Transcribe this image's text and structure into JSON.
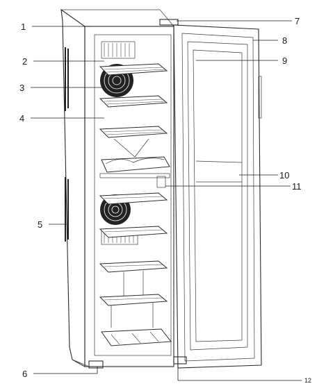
{
  "figure": {
    "subject": "wine cooler with open glass door, callout diagram",
    "colors": {
      "line": "#2a2a2a",
      "background": "#ffffff"
    }
  },
  "callouts": [
    {
      "id": "1",
      "label": "1"
    },
    {
      "id": "2",
      "label": "2"
    },
    {
      "id": "3",
      "label": "3"
    },
    {
      "id": "4",
      "label": "4"
    },
    {
      "id": "5",
      "label": "5"
    },
    {
      "id": "6",
      "label": "6"
    },
    {
      "id": "7",
      "label": "7"
    },
    {
      "id": "8",
      "label": "8"
    },
    {
      "id": "9",
      "label": "9"
    },
    {
      "id": "10",
      "label": "10"
    },
    {
      "id": "11",
      "label": "11"
    },
    {
      "id": "12",
      "label": "12"
    }
  ]
}
